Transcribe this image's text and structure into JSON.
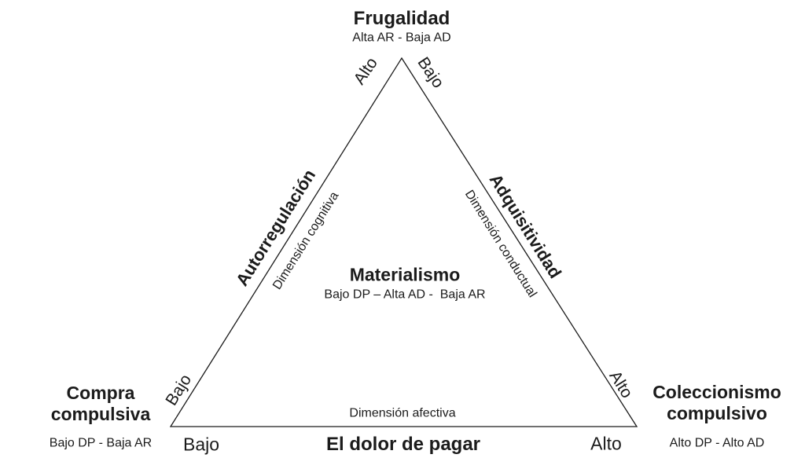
{
  "diagram": {
    "background_color": "#ffffff",
    "line_color": "#1b1b1b",
    "text_color": "#1b1b1b",
    "top_vertex": {
      "title": "Frugalidad",
      "subtitle": "Alta AR - Baja AD"
    },
    "center": {
      "title": "Materialismo",
      "subtitle": "Bajo DP – Alta AD -  Baja AR"
    },
    "bottom_left_vertex": {
      "title": "Compra compulsiva",
      "subtitle": "Bajo DP - Baja AR"
    },
    "bottom_right_vertex": {
      "title": "Coleccionismo compulsivo",
      "subtitle": "Alto DP - Alto AD"
    },
    "left_axis": {
      "title": "Autorregulación",
      "dimension": "Dimensión cognitiva",
      "high_label": "Alto",
      "low_label": "Bajo"
    },
    "right_axis": {
      "title": "Adquisitividad",
      "dimension": "Dimensión conductual",
      "high_label": "Alto",
      "low_label": "Bajo"
    },
    "bottom_axis": {
      "title": "El dolor de pagar",
      "dimension": "Dimensión afectiva",
      "low_label": "Bajo",
      "high_label": "Alto"
    }
  }
}
